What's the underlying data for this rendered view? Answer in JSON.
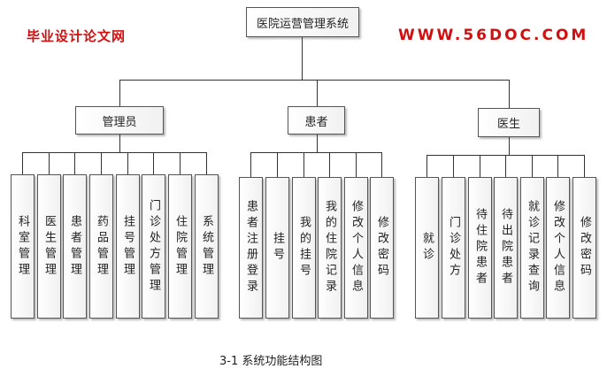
{
  "root": {
    "label": "医院运营管理系统"
  },
  "groups": [
    {
      "label": "管理员",
      "children": [
        "科室管理",
        "医生管理",
        "患者管理",
        "药品管理",
        "挂号管理",
        "门诊处方管理",
        "住院管理",
        "系统管理"
      ]
    },
    {
      "label": "患者",
      "children": [
        "患者注册登录",
        "挂号",
        "我的挂号",
        "我的住院记录",
        "修改个人信息",
        "修改密码"
      ]
    },
    {
      "label": "医生",
      "children": [
        "就诊",
        "门诊处方",
        "待住院患者",
        "待出院患者",
        "就诊记录查询",
        "修改个人信息",
        "修改密码"
      ]
    }
  ],
  "caption": "3-1 系统功能结构图",
  "watermark": {
    "cn": "毕业设计论文网",
    "url": "WWW.56DOC.COM"
  }
}
